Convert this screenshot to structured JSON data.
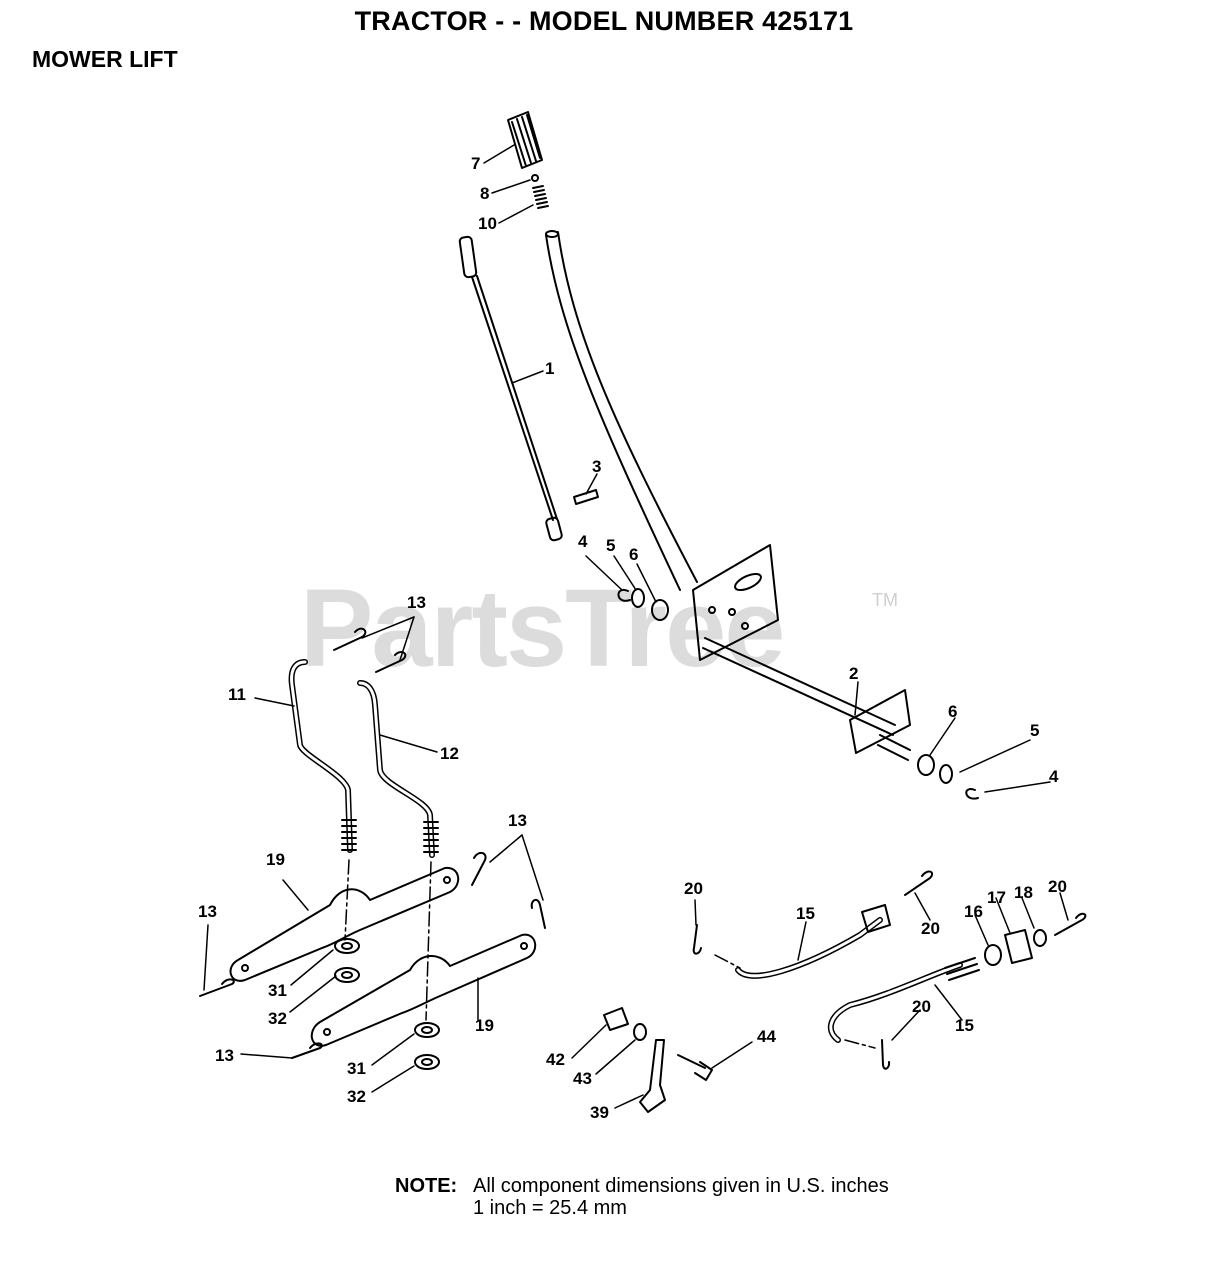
{
  "header": {
    "title": "TRACTOR - - MODEL NUMBER 425171",
    "section": "MOWER LIFT"
  },
  "watermark": {
    "text": "PartsTree",
    "tm": "TM"
  },
  "callouts": [
    "7",
    "8",
    "10",
    "1",
    "3",
    "4",
    "5",
    "6",
    "13",
    "11",
    "12",
    "2",
    "6",
    "5",
    "4",
    "13",
    "19",
    "13",
    "31",
    "32",
    "19",
    "13",
    "31",
    "32",
    "20",
    "15",
    "20",
    "16",
    "17",
    "18",
    "20",
    "42",
    "43",
    "44",
    "39",
    "20",
    "15"
  ],
  "note": {
    "label": "NOTE:",
    "line1": "All component dimensions given in U.S. inches",
    "line2": "1 inch = 25.4 mm"
  },
  "colors": {
    "ink": "#000000",
    "watermark": "#dcdcdc"
  }
}
